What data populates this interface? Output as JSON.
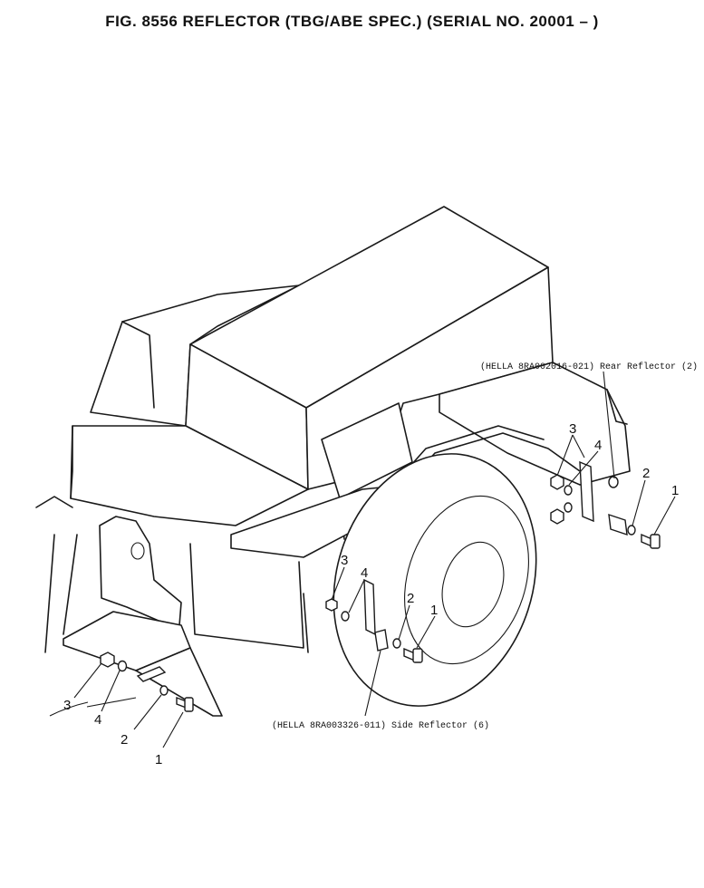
{
  "title": "FIG. 8556  REFLECTOR (TBG/ABE SPEC.) (SERIAL NO. 20001 – )",
  "labels": {
    "rear_reflector": "(HELLA  8RA002016-021) Rear  Reflector  (2)",
    "side_reflector": "(HELLA  8RA003326-011) Side  Reflector  (6)"
  },
  "callouts": {
    "left": {
      "n3": "3",
      "n4": "4",
      "n2": "2",
      "n1": "1"
    },
    "middle": {
      "n3": "3",
      "n4": "4",
      "n2": "2",
      "n1": "1"
    },
    "right": {
      "n3": "3",
      "n4": "4",
      "n2": "2",
      "n1": "1"
    }
  }
}
